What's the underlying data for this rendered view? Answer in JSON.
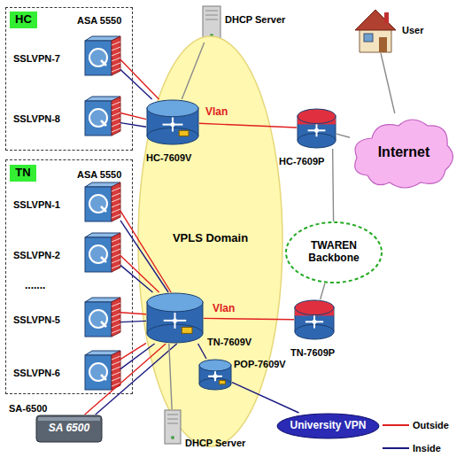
{
  "diagram": {
    "nodes": [
      {
        "text": [
          "ASA 5550"
        ]
      },
      {
        "text": [
          "HC"
        ],
        "in": 0
      },
      {
        "text": [
          "SSLVPN-7"
        ],
        "in": 0
      },
      {
        "text": [
          "SSLVPN-8"
        ],
        "in": 0
      },
      {
        "text": [
          "DHCP Server"
        ]
      },
      {
        "text": [
          "User"
        ]
      },
      {
        "text": [
          "VPLS Domain"
        ]
      },
      {
        "text": [
          "HC-7609V"
        ],
        "in": 6
      },
      {
        "text": [
          "HC-7609P"
        ]
      },
      {
        "text": [
          "Internet"
        ]
      },
      {
        "text": [
          "ASA 5550"
        ]
      },
      {
        "text": [
          "TN"
        ],
        "in": 10
      },
      {
        "text": [
          "SSLVPN-1"
        ],
        "in": 10
      },
      {
        "text": [
          "SSLVPN-2"
        ],
        "in": 10
      },
      {
        "text": [
          "SSLVPN-5"
        ],
        "in": 10
      },
      {
        "text": [
          "SSLVPN-6"
        ],
        "in": 10
      },
      {
        "text": [
          "TWAREN Backbone"
        ]
      },
      {
        "text": [
          "TN-7609V"
        ],
        "in": 6
      },
      {
        "text": [
          "TN-7609P"
        ]
      },
      {
        "text": [
          "POP-7609V"
        ],
        "in": 6
      },
      {
        "text": [
          "University VPN"
        ]
      },
      {
        "text": [
          "SA-6500",
          "SA 6500"
        ]
      },
      {
        "text": [
          "DHCP Server"
        ]
      }
    ],
    "edges": [
      {
        "from": 2,
        "to": 7,
        "arrow": "none"
      },
      {
        "from": 2,
        "to": 7,
        "arrow": "none"
      },
      {
        "from": 3,
        "to": 7,
        "arrow": "none"
      },
      {
        "from": 3,
        "to": 7,
        "arrow": "none"
      },
      {
        "from": 12,
        "to": 17,
        "arrow": "none"
      },
      {
        "from": 12,
        "to": 17,
        "arrow": "none"
      },
      {
        "from": 13,
        "to": 17,
        "arrow": "none"
      },
      {
        "from": 13,
        "to": 17,
        "arrow": "none"
      },
      {
        "from": 14,
        "to": 17,
        "arrow": "none"
      },
      {
        "from": 14,
        "to": 17,
        "arrow": "none"
      },
      {
        "from": 15,
        "to": 17,
        "arrow": "none"
      },
      {
        "from": 15,
        "to": 17,
        "arrow": "none"
      },
      {
        "from": 21,
        "to": 17,
        "arrow": "none"
      },
      {
        "from": 21,
        "to": 17,
        "arrow": "none"
      },
      {
        "from": 4,
        "to": 7,
        "arrow": "none"
      },
      {
        "from": 22,
        "to": 17,
        "arrow": "none"
      },
      {
        "from": 7,
        "to": 8,
        "label": "Vlan",
        "arrow": "none"
      },
      {
        "from": 17,
        "to": 18,
        "label": "Vlan",
        "arrow": "none"
      },
      {
        "from": 8,
        "to": 9,
        "arrow": "none"
      },
      {
        "from": 8,
        "to": 16,
        "arrow": "none"
      },
      {
        "from": 16,
        "to": 18,
        "arrow": "none"
      },
      {
        "from": 9,
        "to": 5,
        "arrow": "none"
      },
      {
        "from": 17,
        "to": 19,
        "arrow": "none"
      },
      {
        "from": 19,
        "to": 20,
        "arrow": "none"
      }
    ],
    "labels": [
      "......."
    ],
    "legend": [
      {
        "text": "Outside"
      },
      {
        "text": "Inside"
      }
    ]
  }
}
